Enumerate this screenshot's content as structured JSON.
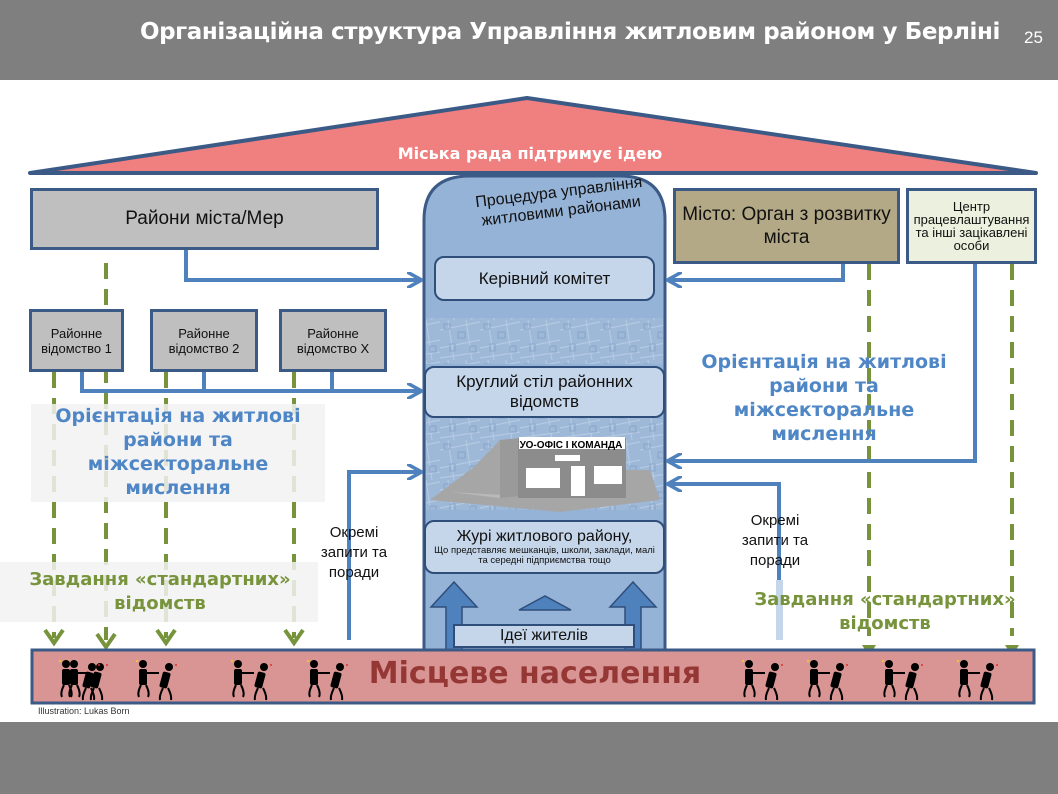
{
  "slide": {
    "title": "Організаційна структура Управління житловим районом у Берліні",
    "page_number": "25",
    "credit": "Illustration:  Lukas Born"
  },
  "roof": {
    "label": "Міська рада підтримує ідею",
    "color": "#f08080"
  },
  "column": {
    "title": "Процедура управління житловими районами",
    "steering_committee": "Керівний комітет",
    "round_table": "Круглий стіл районних відомств",
    "office_sign": "УО-ОФІС І КОМАНДА",
    "jury_title": "Журі житлового району,",
    "jury_subtitle": "Що представляє мешканців, школи, заклади, малі та середні підприємства тощо",
    "ideas": "Ідеї жителів"
  },
  "left": {
    "districts_mayor": "Райони міста/Мер",
    "offices": [
      {
        "label": "Районне відомство 1"
      },
      {
        "label": "Районне відомство 2"
      },
      {
        "label": "Районне відомство X"
      }
    ],
    "orientation": "Орієнтація на житлові райони та міжсекторальне мислення",
    "standard_tasks": "Завдання «стандартних» відомств",
    "requests": "Окремі запити та поради"
  },
  "right": {
    "city_dev": "Місто: Орган з розвитку міста",
    "job_center": "Центр працевлаштування та інші зацікавлені особи",
    "orientation": "Орієнтація на житлові райони та міжсекторальне мислення",
    "standard_tasks": "Завдання «стандартних» відомств",
    "requests": "Окремі запити та поради"
  },
  "base": {
    "label": "Місцеве населення",
    "color": "#d99494"
  },
  "colors": {
    "arrow_blue": "#4f81bd",
    "dash_green": "#77933c",
    "border_navy": "#3b5a86",
    "column_fill": "#95b3d7"
  }
}
